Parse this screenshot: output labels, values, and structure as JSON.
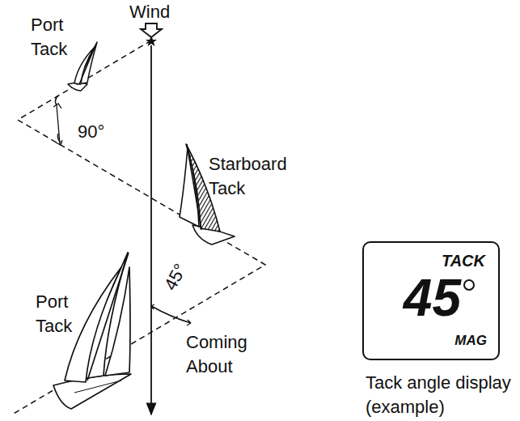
{
  "diagram": {
    "nodes": [
      {
        "text": [
          "TACK",
          "45",
          "MAG"
        ]
      }
    ],
    "labels": [
      "Wind",
      "Port Tack",
      "90°",
      "Starboard Tack",
      "45°",
      "Port Tack",
      "Coming About",
      "Tack angle display (example)"
    ]
  }
}
